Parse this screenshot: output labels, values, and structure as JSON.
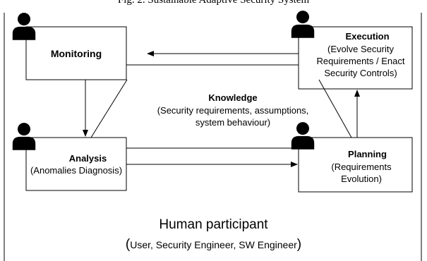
{
  "caption": "Fig. 2.  Sustainable Adaptive Security System",
  "monitoring": {
    "title": "Monitoring"
  },
  "execution": {
    "title": "Execution",
    "line1": "(Evolve Security",
    "line2": "Requirements / Enact",
    "line3": "Security Controls)"
  },
  "knowledge": {
    "title": "Knowledge",
    "line1": "(Security requirements, assumptions,",
    "line2": "system behaviour)"
  },
  "analysis": {
    "title": "Analysis",
    "subtitle": "(Anomalies Diagnosis)"
  },
  "planning": {
    "title": "Planning",
    "line1": "(Requirements",
    "line2": "Evolution)"
  },
  "human": {
    "title": "Human participant",
    "roles": "User, Security Engineer, SW Engineer",
    "open_paren": "(",
    "close_paren": ")"
  },
  "icons": {
    "person": "person-icon"
  }
}
